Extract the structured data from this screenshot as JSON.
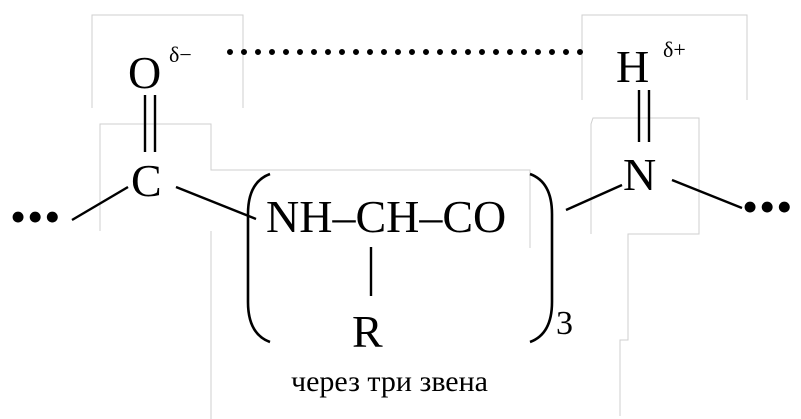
{
  "atoms": {
    "oxygen": "O",
    "oxygen_charge": "δ−",
    "hydrogen": "H",
    "hydrogen_charge": "δ+",
    "carbon": "C",
    "nitrogen": "N"
  },
  "repeat_unit": {
    "backbone": "NH–CH–CO",
    "side_chain": "R",
    "count": "3"
  },
  "chain_ends": {
    "left": "•••",
    "right": "•••"
  },
  "caption": "через три звена",
  "colors": {
    "ink": "#000000",
    "frame": "#cfcfcf"
  }
}
